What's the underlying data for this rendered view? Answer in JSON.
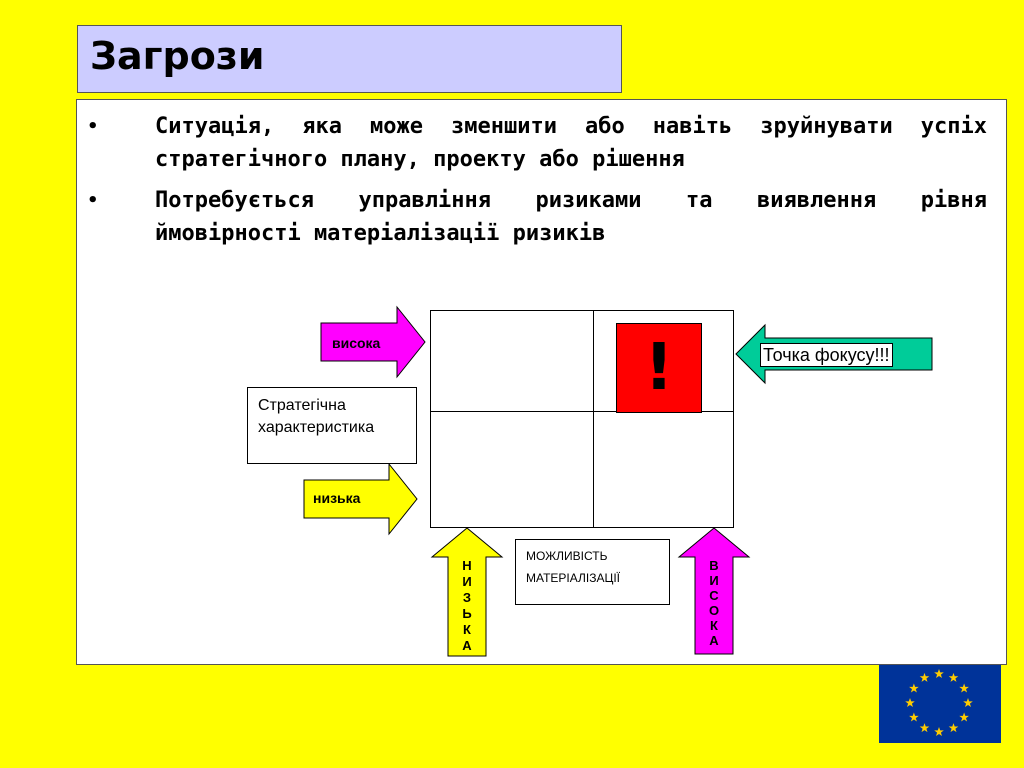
{
  "slide": {
    "title": "Загрози",
    "bullets": [
      {
        "marker": "•",
        "text": "Ситуація, яка може зменшити або навіть зруйнувати успіх стратегічного плану, проекту або рішення"
      },
      {
        "marker": "•",
        "text": "Потребується управління ризиками та виявлення рівня ймовірності матеріалізації ризиків"
      }
    ]
  },
  "diagram": {
    "y_axis_label": "Стратегічна характеристика",
    "y_high": "висока",
    "y_low": "низька",
    "x_axis_label": "МОЖЛИВІСТЬ МАТЕРІАЛІЗАЦІЇ",
    "x_low_letters": [
      "Н",
      "И",
      "З",
      "Ь",
      "К",
      "А"
    ],
    "x_high_letters": [
      "В",
      "И",
      "С",
      "О",
      "К",
      "А"
    ],
    "alert_symbol": "!",
    "focus_label": "Точка фокусу!!!",
    "colors": {
      "background": "#ffff00",
      "title_box": "#ccccff",
      "arrow_magenta": "#ff00ff",
      "arrow_yellow": "#ffff00",
      "arrow_focus": "#00cc99",
      "alert_cell": "#ff0000",
      "eu_flag": "#003399",
      "eu_stars": "#ffcc00"
    }
  },
  "logo": {
    "icon": "eu-flag-icon"
  }
}
